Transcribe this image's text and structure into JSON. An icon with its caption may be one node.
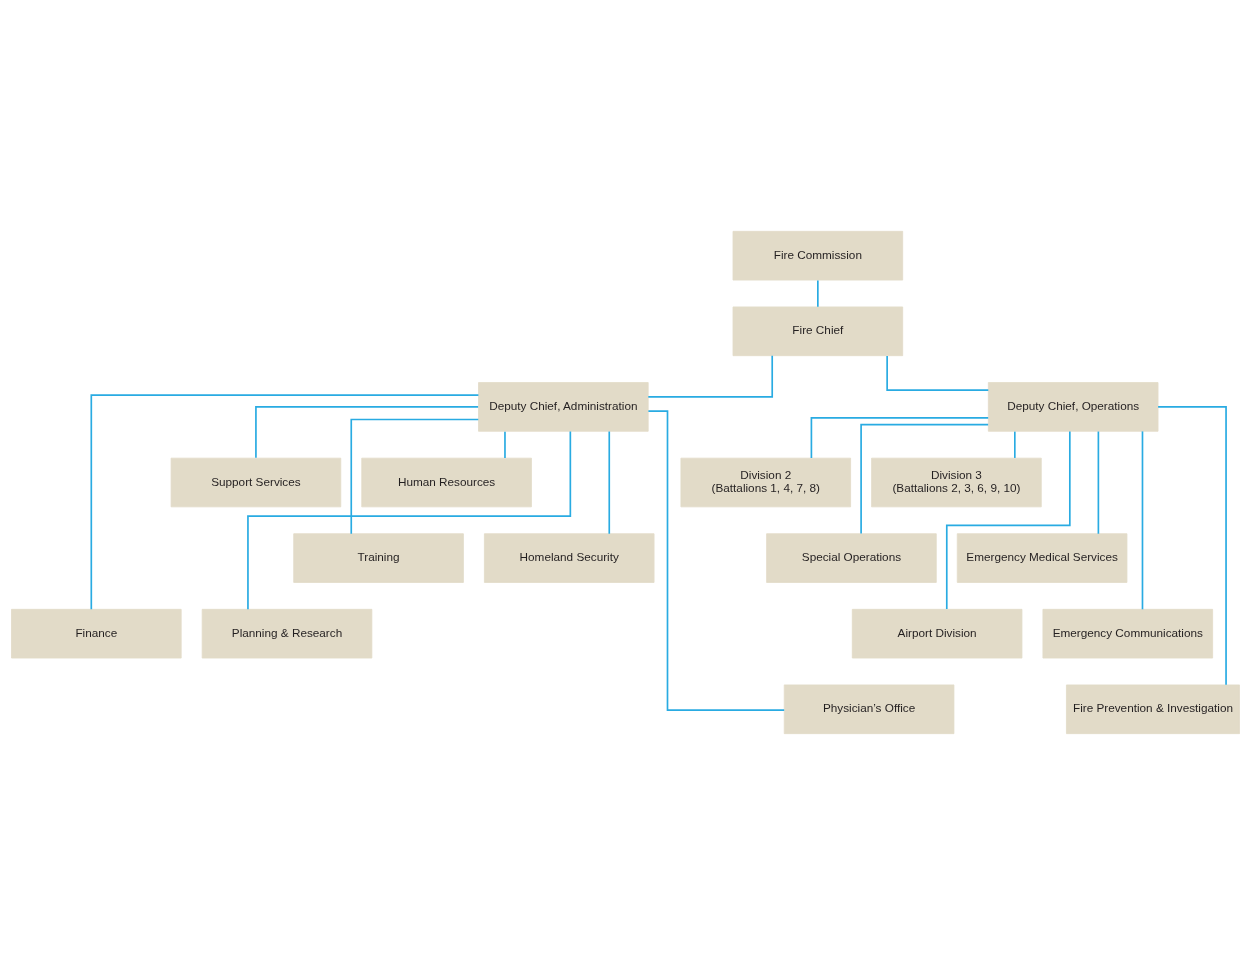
{
  "diagram": {
    "nodes": [
      {
        "text": [
          "Fire Commission"
        ]
      },
      {
        "text": [
          "Fire Chief"
        ]
      },
      {
        "text": [
          "Deputy Chief, Administration"
        ]
      },
      {
        "text": [
          "Deputy Chief, Operations"
        ]
      },
      {
        "text": [
          "Support Services"
        ]
      },
      {
        "text": [
          "Human Resources"
        ]
      },
      {
        "text": [
          "Division 2",
          "(Battalions 1, 4, 7, 8)"
        ]
      },
      {
        "text": [
          "Division 3",
          "(Battalions 2, 3, 6, 9, 10)"
        ]
      },
      {
        "text": [
          "Training"
        ]
      },
      {
        "text": [
          "Homeland Security"
        ]
      },
      {
        "text": [
          "Special Operations"
        ]
      },
      {
        "text": [
          "Emergency Medical Services"
        ]
      },
      {
        "text": [
          "Finance"
        ]
      },
      {
        "text": [
          "Planning & Research"
        ]
      },
      {
        "text": [
          "Airport Division"
        ]
      },
      {
        "text": [
          "Emergency Communications"
        ]
      },
      {
        "text": [
          "Physician’s Office"
        ]
      },
      {
        "text": [
          "Fire Prevention & Investigation"
        ]
      }
    ],
    "edges": [
      {
        "from": 0,
        "to": 1,
        "arrow": "none"
      },
      {
        "from": 1,
        "to": 2,
        "arrow": "none"
      },
      {
        "from": 1,
        "to": 3,
        "arrow": "none"
      },
      {
        "from": 2,
        "to": 4,
        "arrow": "none"
      },
      {
        "from": 2,
        "to": 5,
        "arrow": "none"
      },
      {
        "from": 2,
        "to": 8,
        "arrow": "none"
      },
      {
        "from": 2,
        "to": 9,
        "arrow": "none"
      },
      {
        "from": 2,
        "to": 12,
        "arrow": "none"
      },
      {
        "from": 2,
        "to": 13,
        "arrow": "none"
      },
      {
        "from": 2,
        "to": 16,
        "arrow": "none"
      },
      {
        "from": 3,
        "to": 6,
        "arrow": "none"
      },
      {
        "from": 3,
        "to": 7,
        "arrow": "none"
      },
      {
        "from": 3,
        "to": 10,
        "arrow": "none"
      },
      {
        "from": 3,
        "to": 11,
        "arrow": "none"
      },
      {
        "from": 3,
        "to": 14,
        "arrow": "none"
      },
      {
        "from": 3,
        "to": 15,
        "arrow": "none"
      },
      {
        "from": 3,
        "to": 17,
        "arrow": "none"
      }
    ]
  }
}
